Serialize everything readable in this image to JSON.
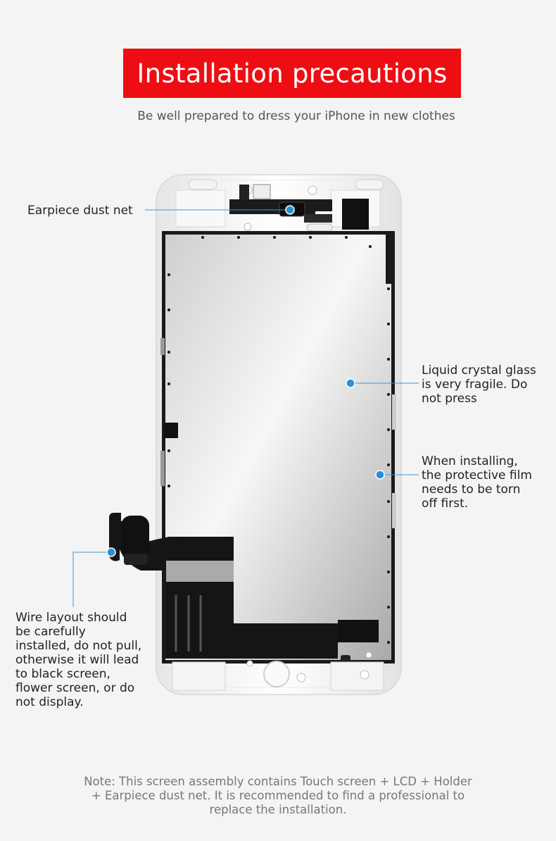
{
  "header": {
    "title": "Installation precautions",
    "subtitle": "Be well prepared to dress your iPhone in new clothes"
  },
  "callouts": {
    "earpiece": "Earpiece dust net",
    "glass": [
      "Liquid crystal glass",
      "is very fragile. Do",
      "not press"
    ],
    "film": [
      "When installing,",
      "the protective film",
      "needs to be torn",
      "off first."
    ],
    "wire": [
      "Wire layout should",
      "be carefully",
      "installed, do not pull,",
      "otherwise it will lead",
      "to black screen,",
      "flower screen, or do",
      "not display."
    ]
  },
  "note": {
    "lines": [
      "Note: This screen assembly contains Touch screen + LCD + Holder",
      "+ Earpiece dust net. It is recommended to find a professional to",
      "replace the installation."
    ]
  },
  "colors": {
    "accent_red": "#ef0d14",
    "marker_blue": "#2a8fd8"
  }
}
